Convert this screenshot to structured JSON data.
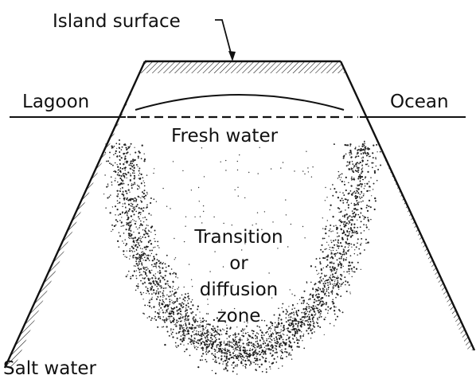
{
  "labels": {
    "island_surface": "Island surface",
    "lagoon": "Lagoon",
    "ocean": "Ocean",
    "fresh_water": "Fresh water",
    "transition_lines": [
      "Transition",
      "or",
      "diffusion",
      "zone"
    ],
    "salt_water": "Salt water"
  },
  "colors": {
    "ink": "#111111",
    "background": "#ffffff"
  }
}
